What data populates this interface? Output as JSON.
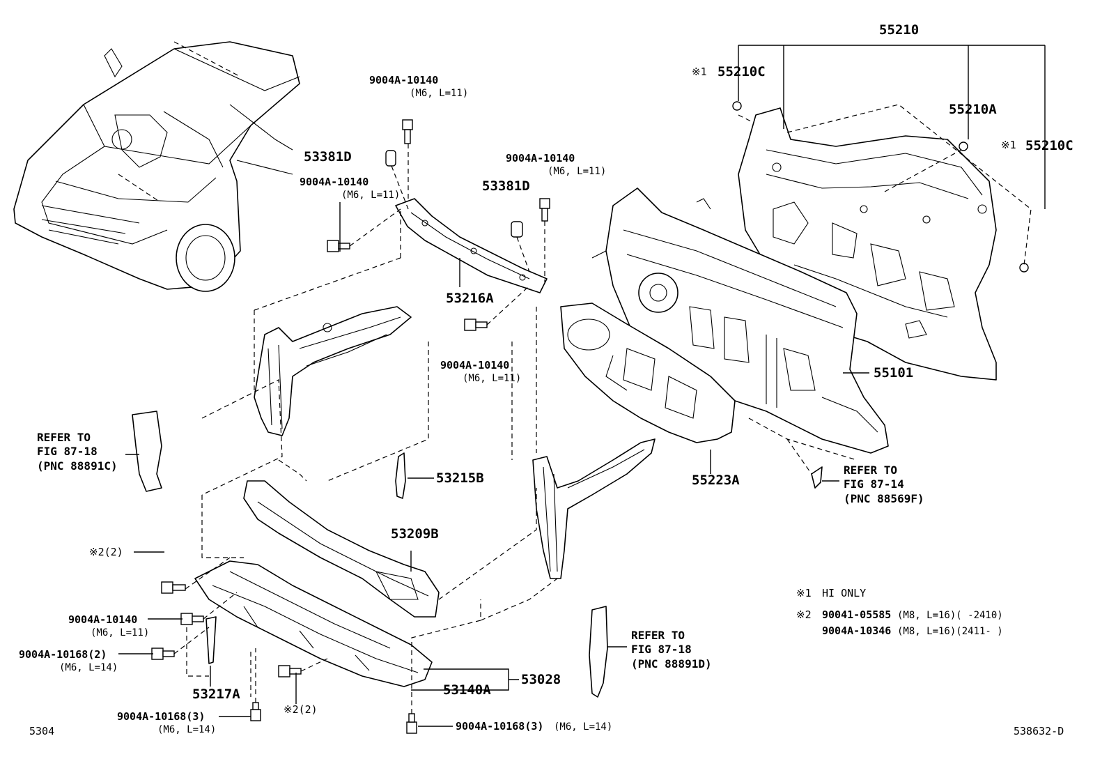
{
  "diagram": {
    "page_code_left": "5304",
    "page_code_right": "538632-D",
    "labels": {
      "p55210": "55210",
      "p55210c_left": "55210C",
      "p55210c_right": "55210C",
      "p55210a": "55210A",
      "mark1": "※1",
      "p53381d_left": "53381D",
      "p53381d_right": "53381D",
      "bolt_a_top": "9004A-10140",
      "bolt_a_top_spec": "(M6, L=11)",
      "bolt_a_right": "9004A-10140",
      "bolt_a_right_spec": "(M6, L=11)",
      "bolt_a_left": "9004A-10140",
      "bolt_a_left_spec": "(M6, L=11)",
      "bolt_a_mid": "9004A-10140",
      "bolt_a_mid_spec": "(M6, L=11)",
      "bolt_a_low": "9004A-10140",
      "bolt_a_low_spec": "(M6, L=11)",
      "p53216a": "53216A",
      "p55101": "55101",
      "p55223a": "55223A",
      "p53215b": "53215B",
      "p53209b": "53209B",
      "p53028": "53028",
      "p53140a": "53140A",
      "p53217a": "53217A",
      "mark2_qty_a": "※2(2)",
      "mark2_qty_b": "※2(2)",
      "bolt_b_a": "9004A-10168(2)",
      "bolt_b_a_spec": "(M6, L=14)",
      "bolt_b_b": "9004A-10168(3)",
      "bolt_b_b_spec": "(M6, L=14)",
      "bolt_b_c": "9004A-10168(3)",
      "bolt_b_c_spec": "(M6, L=14)"
    },
    "refer_left": [
      "REFER TO",
      "FIG 87-18",
      "(PNC 88891C)"
    ],
    "refer_right_top": [
      "REFER TO",
      "FIG 87-14",
      "(PNC 88569F)"
    ],
    "refer_right_bottom": [
      "REFER TO",
      "FIG 87-18",
      "(PNC 88891D)"
    ],
    "notes": {
      "n1_mark": "※1",
      "n1_text": "HI ONLY",
      "n2_mark": "※2",
      "n2_line1_pn": "90041-05585",
      "n2_line1_spec": "(M8, L=16)(      -2410)",
      "n2_line2_pn": "9004A-10346",
      "n2_line2_spec": "(M8, L=16)(2411-      )"
    }
  }
}
